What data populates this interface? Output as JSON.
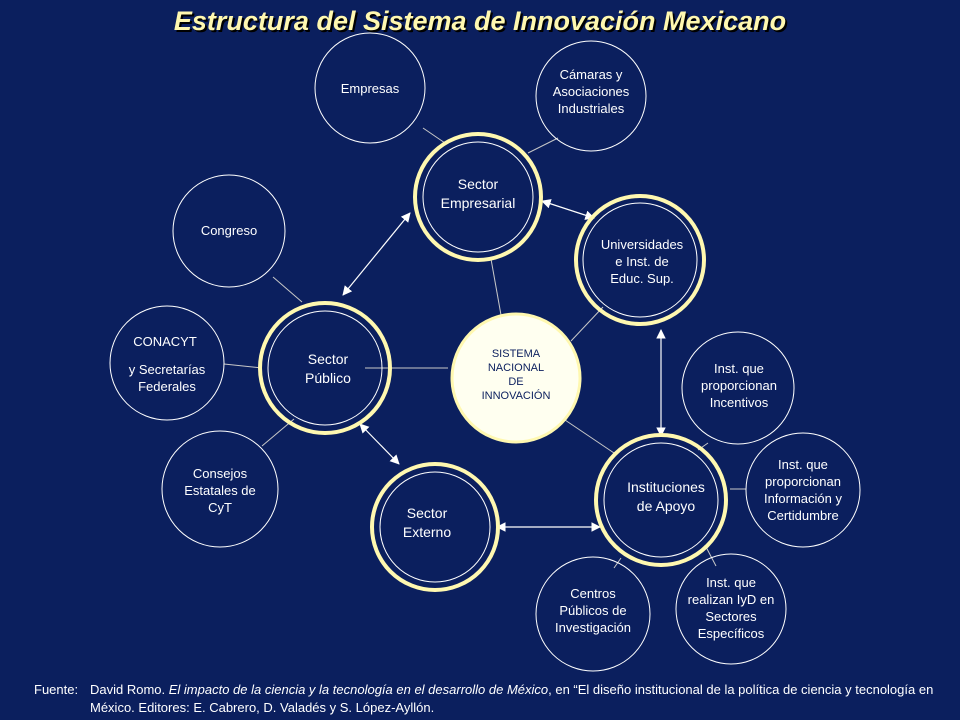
{
  "title": "Estructura del Sistema de Innovación Mexicano",
  "colors": {
    "background": "#0b1f5e",
    "accent": "#fff8b0",
    "line": "#c8c8c8",
    "text": "#ffffff"
  },
  "nodes": {
    "center": "SISTEMA\nNACIONAL\nDE\nINNOVACIÓN",
    "sector_empresarial": "Sector\nEmpresarial",
    "sector_publico": "Sector\nPúblico",
    "sector_externo": "Sector\nExterno",
    "instituciones_apoyo": "Instituciones\nde Apoyo",
    "universidades": "Universidades\ne Inst. de\nEduc. Sup.",
    "empresas": "Empresas",
    "camaras": "Cámaras y\nAsociaciones\nIndustriales",
    "congreso": "Congreso",
    "conacyt_line1": "CONACYT",
    "conacyt_line2": "y Secretarías\nFederales",
    "consejos": "Consejos\nEstatales de\nCyT",
    "incentivos": "Inst. que\nproporcionan\nIncentivos",
    "informacion": "Inst. que\nproporcionan\nInformación y\nCertidumbre",
    "iyd": "Inst. que\nrealizan IyD en\nSectores\nEspecíficos",
    "centros": "Centros\nPúblicos de\nInvestigación"
  },
  "footer": {
    "label": "Fuente:",
    "author": "David Romo. ",
    "book_title": "El impacto de la ciencia y la tecnología en el desarrollo de México",
    "rest": ", en “El diseño institucional de la política de ciencia y tecnología en México. Editores: E. Cabrero, D. Valadés y S. López-Ayllón."
  }
}
